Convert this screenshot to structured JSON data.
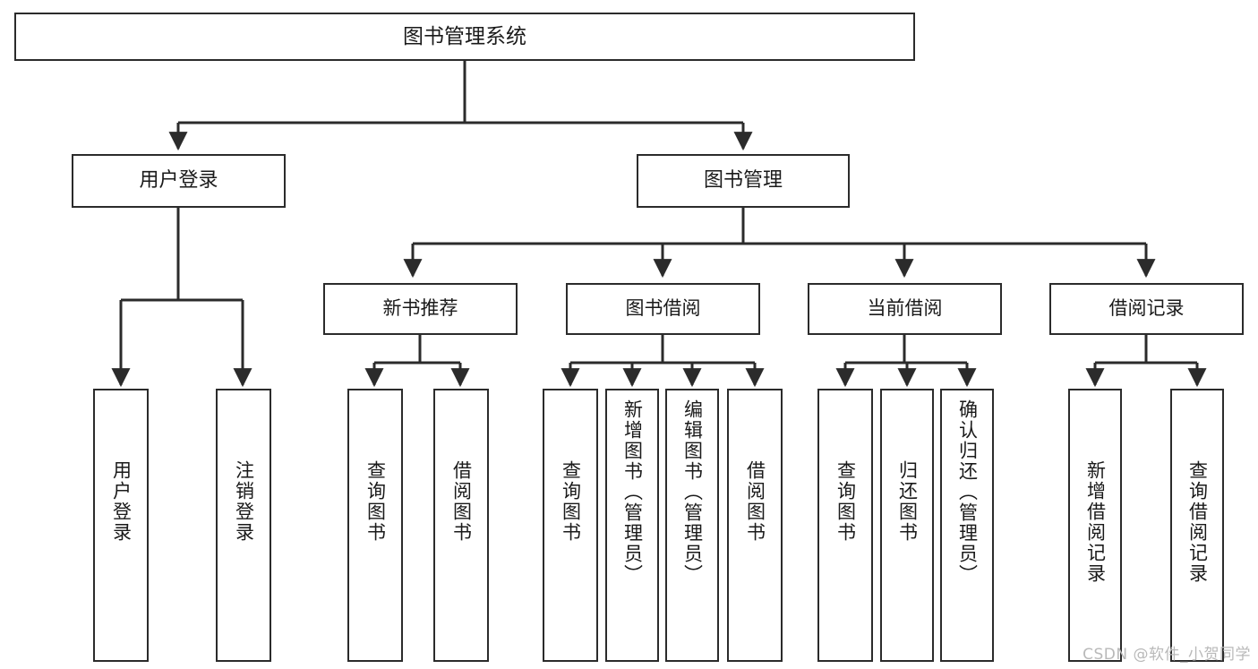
{
  "diagram": {
    "title": "图书管理系统",
    "type": "functional-structure-tree",
    "watermark": "CSDN @软件_小贺同学",
    "colors": {
      "stroke": "#2b2b2b",
      "node_fill": "#ffffff",
      "text": "#1a1a1a",
      "background": "#ffffff",
      "watermark": "#b9b9b9"
    },
    "root": {
      "label": "图书管理系统"
    },
    "level2": [
      {
        "label": "用户登录"
      },
      {
        "label": "图书管理"
      }
    ],
    "level3": [
      {
        "label": "新书推荐"
      },
      {
        "label": "图书借阅"
      },
      {
        "label": "当前借阅"
      },
      {
        "label": "借阅记录"
      }
    ],
    "leaves": {
      "user_login": [
        {
          "label": "用户登录"
        },
        {
          "label": "注销登录"
        }
      ],
      "new_book_recommend": [
        {
          "label": "查询图书"
        },
        {
          "label": "借阅图书"
        }
      ],
      "book_borrow": [
        {
          "label": "查询图书"
        },
        {
          "label": "新增图书（管理员）"
        },
        {
          "label": "编辑图书（管理员）"
        },
        {
          "label": "借阅图书"
        }
      ],
      "current_borrow": [
        {
          "label": "查询图书"
        },
        {
          "label": "归还图书"
        },
        {
          "label": "确认归还（管理员）"
        }
      ],
      "borrow_records": [
        {
          "label": "新增借阅记录"
        },
        {
          "label": "查询借阅记录"
        }
      ]
    }
  }
}
